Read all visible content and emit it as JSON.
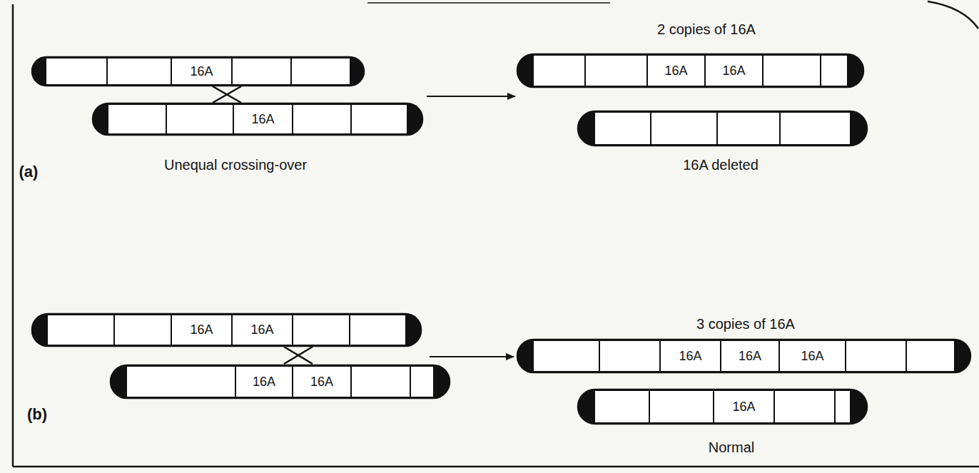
{
  "diagram": {
    "nodes": [
      {
        "text": [
          "16A"
        ]
      },
      {
        "text": [
          "16A"
        ]
      },
      {
        "text": [
          "16A"
        ]
      },
      {
        "text": [
          "16A"
        ]
      },
      {
        "text": [
          "16A"
        ]
      },
      {
        "text": [
          "16A"
        ]
      },
      {
        "text": [
          "16A"
        ]
      },
      {
        "text": [
          "16A"
        ]
      },
      {
        "text": [
          "16A"
        ]
      },
      {
        "text": [
          "16A"
        ]
      },
      {
        "text": [
          "16A"
        ]
      },
      {
        "text": [
          "16A"
        ]
      }
    ],
    "labels": [
      "2 copies of 16A",
      "Unequal crossing-over",
      "16A deleted",
      "(a)",
      "3 copies of 16A",
      "(b)",
      "Normal"
    ]
  }
}
